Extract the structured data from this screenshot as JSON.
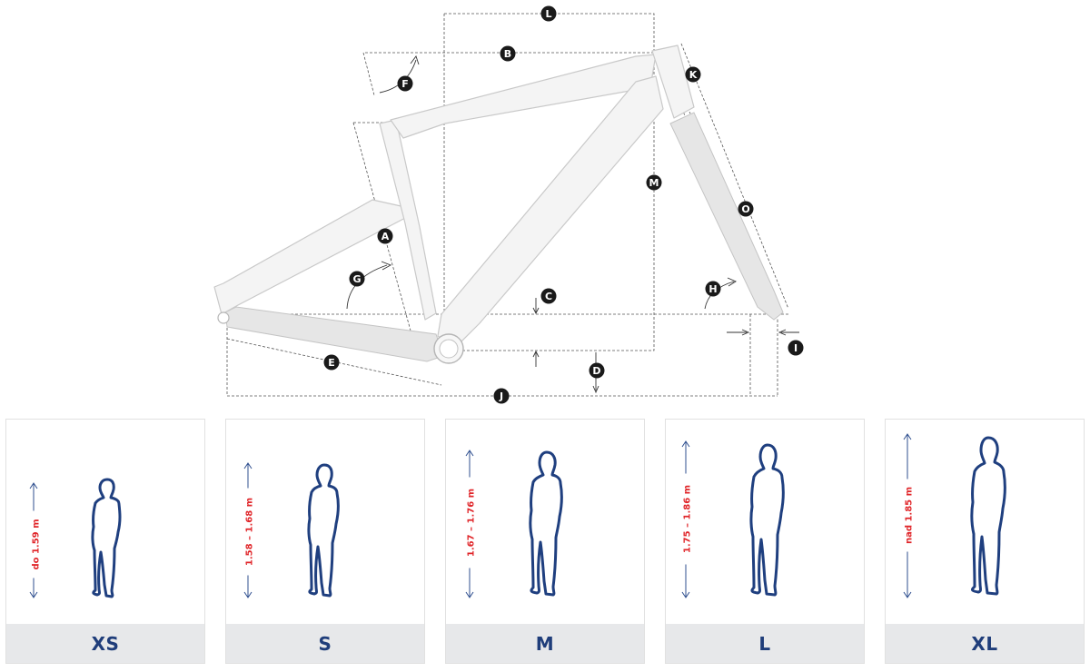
{
  "diagram": {
    "markers": [
      "A",
      "B",
      "C",
      "D",
      "E",
      "F",
      "G",
      "H",
      "I",
      "J",
      "K",
      "L",
      "M",
      "O"
    ]
  },
  "sizes": [
    {
      "label": "XS",
      "height_range": "do 1.59 m"
    },
    {
      "label": "S",
      "height_range": "1.58 – 1.68 m"
    },
    {
      "label": "M",
      "height_range": "1.67 – 1.76 m"
    },
    {
      "label": "L",
      "height_range": "1.75 – 1.86 m"
    },
    {
      "label": "XL",
      "height_range": "nad 1.85 m"
    }
  ],
  "colors": {
    "accent_blue": "#1f3d7a",
    "range_red": "#e0262a",
    "label_bg": "#e7e8ea",
    "marker_bg": "#1a1a1a"
  }
}
